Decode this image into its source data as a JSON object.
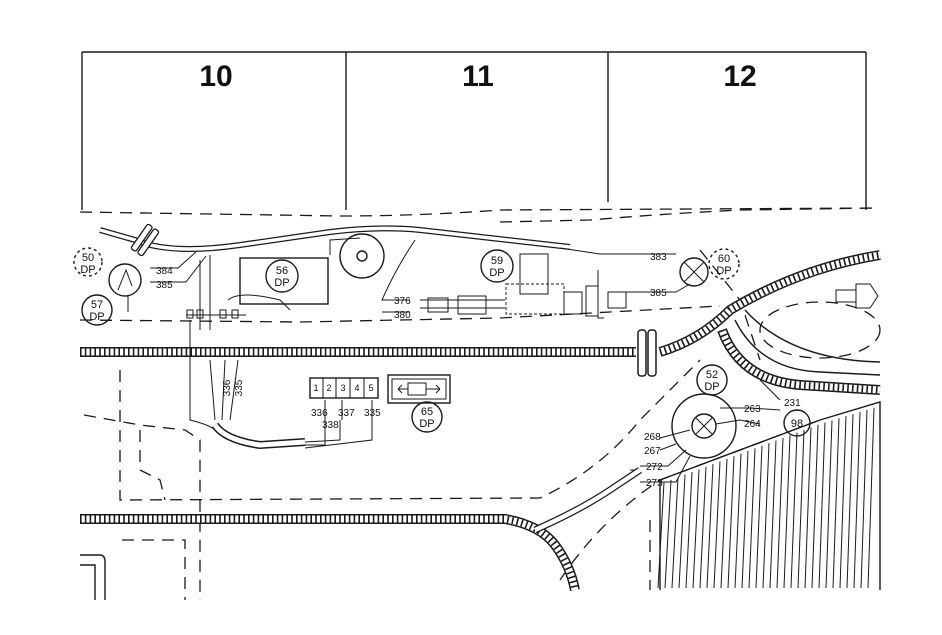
{
  "columns": [
    "10",
    "11",
    "12"
  ],
  "wire_labels": {
    "w384": "384",
    "w385a": "385",
    "w383": "383",
    "w385b": "385",
    "w376": "376",
    "w380": "380",
    "w336v": "336",
    "w335v": "335",
    "w336": "336",
    "w338": "338",
    "w337": "337",
    "w335": "335",
    "w263": "263",
    "w264": "264",
    "w268": "268",
    "w267": "267",
    "w272": "272",
    "w273": "273",
    "w231": "231"
  },
  "dp_components": {
    "c50": {
      "num": "50",
      "dp": "DP"
    },
    "c57": {
      "num": "57",
      "dp": "DP"
    },
    "c56": {
      "num": "56",
      "dp": "DP"
    },
    "c59": {
      "num": "59",
      "dp": "DP"
    },
    "c60": {
      "num": "60",
      "dp": "DP"
    },
    "c52": {
      "num": "52",
      "dp": "DP"
    },
    "c65": {
      "num": "65",
      "dp": "DP"
    }
  },
  "ground_point": "98",
  "connector_pins": [
    "1",
    "2",
    "3",
    "4",
    "5"
  ]
}
